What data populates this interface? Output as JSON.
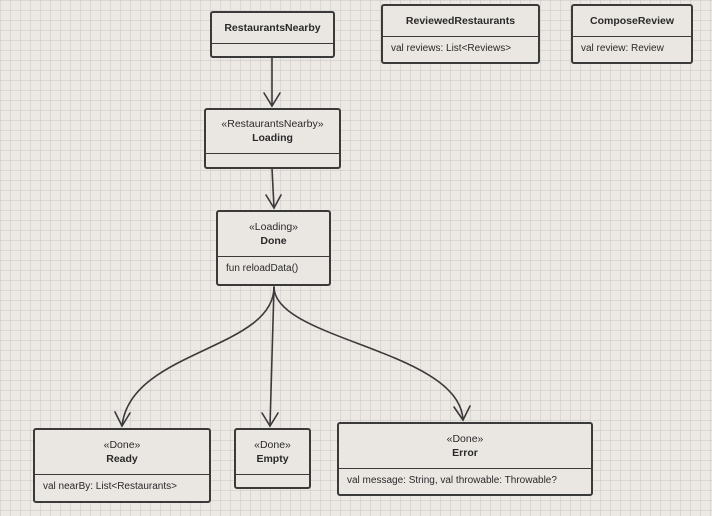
{
  "nodes": {
    "restaurants_nearby": {
      "title": "RestaurantsNearby"
    },
    "reviewed_restaurants": {
      "title": "ReviewedRestaurants",
      "member": "val reviews: List<Reviews>"
    },
    "compose_review": {
      "title": "ComposeReview",
      "member": "val review: Review"
    },
    "loading": {
      "stereotype": "«RestaurantsNearby»",
      "title": "Loading"
    },
    "done": {
      "stereotype": "«Loading»",
      "title": "Done",
      "member": "fun reloadData()"
    },
    "ready": {
      "stereotype": "«Done»",
      "title": "Ready",
      "member": "val nearBy: List<Restaurants>"
    },
    "empty": {
      "stereotype": "«Done»",
      "title": "Empty"
    },
    "error": {
      "stereotype": "«Done»",
      "title": "Error",
      "member": "val message: String, val throwable: Throwable?"
    }
  },
  "colors": {
    "line": "#3a3a3a",
    "background": "#ece8e4"
  }
}
